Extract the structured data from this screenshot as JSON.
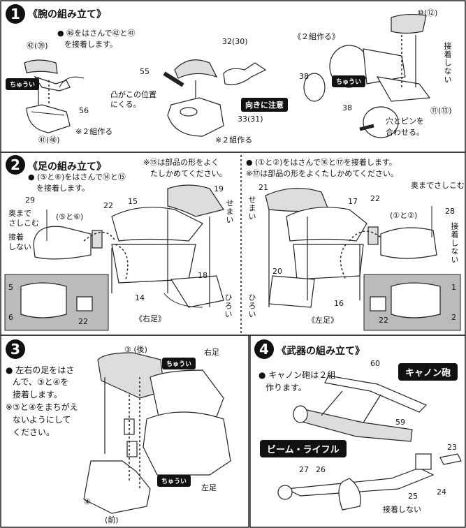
{
  "s1": {
    "num": "1",
    "title": "《腕の組み立て》",
    "inst_a": "● ㊻をはさんで㊷と㊶",
    "inst_b": "を接着します。",
    "parts_4239": "㊷(㊴)",
    "parts_4140": "㊶(㊵)",
    "part_56": "56",
    "two_sets_a": "※２組作る",
    "part_55": "55",
    "part_3230": "32(30)",
    "part_3331": "33(31)",
    "convex_a": "凸がこの位置",
    "convex_b": "にくる。",
    "direction": "向きに注意",
    "two_sets_b": "※２組作る",
    "two_sets_c": "《２組作る》",
    "part_1012": "⑩(⑫)",
    "part_38a": "38",
    "part_38b": "38",
    "part_1113": "⑪(⑬)",
    "no_glue": "接着しない",
    "hole_a": "穴とピンを",
    "hole_b": "合わせる。",
    "caution1": "ちゅうい",
    "caution2": "ちゅうい"
  },
  "s2": {
    "num": "2",
    "title": "《足の組み立て》",
    "left_inst_a": "● (⑤と⑥)をはさんで⑭と⑮",
    "left_inst_b": "を接着します。",
    "note15_a": "※⑮は部品の形をよく",
    "note15_b": "たしかめてください。",
    "part_29": "29",
    "push_a": "奥まで",
    "push_b": "さしこむ",
    "no_glue_l": "接着",
    "no_glue_l2": "しない",
    "p56": "(⑤と⑥)",
    "p22": "22",
    "p15": "15",
    "p19": "19",
    "narrow": "せまい",
    "p14": "14",
    "p18": "18",
    "wide": "ひろい",
    "right_foot": "《右足》",
    "inset_5": "5",
    "inset_6": "6",
    "inset_22": "22",
    "right_inst_a": "● (①と②)をはさんで⑯と⑰を接着します。",
    "right_inst_b": "※⑰は部品の形をよくたしかめてください。",
    "push_r": "奥までさしこむ",
    "p21": "21",
    "p17": "17",
    "p22r": "22",
    "p12": "(①と②)",
    "p28": "28",
    "no_glue_r": "接着しない",
    "narrow_r": "せまい",
    "p20": "20",
    "p16": "16",
    "wide_r": "ひろい",
    "left_foot": "《左足》",
    "inset_1": "1",
    "inset_2": "2",
    "inset_22r": "22"
  },
  "s3": {
    "num": "3",
    "inst_a": "● 左右の足をはさ",
    "inst_b": "んで、③と④を",
    "inst_c": "接着します。",
    "inst_d": "※③と④をまちがえ",
    "inst_e": "ないようにして",
    "inst_f": "ください。",
    "p3": "③ (後)",
    "p4": "④",
    "front": "(前)",
    "right_leg": "右足",
    "left_leg": "左足",
    "caution1": "ちゅうい",
    "caution2": "ちゅうい"
  },
  "s4": {
    "num": "4",
    "title": "《武器の組み立て》",
    "inst_a": "● キャノン砲は２組",
    "inst_b": "作ります。",
    "cannon": "キャノン砲",
    "beam": "ビーム・ライフル",
    "p60": "60",
    "p59": "59",
    "p27": "27",
    "p26": "26",
    "p25": "25",
    "p24": "24",
    "p23": "23",
    "no_glue": "接着しない"
  }
}
